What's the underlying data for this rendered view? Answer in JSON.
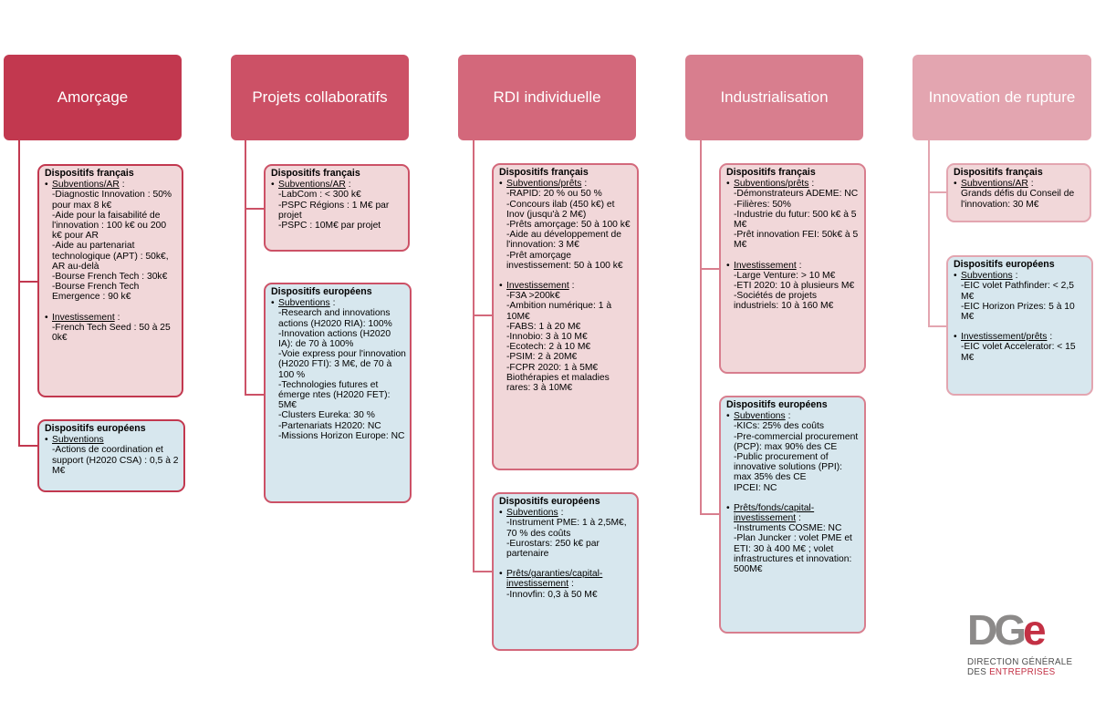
{
  "colors": {
    "amorcage": "#c2384f",
    "collab": "#cc5166",
    "rdi": "#d3687b",
    "indus": "#d87e8e",
    "rupture": "#e3a5b0"
  },
  "columns": [
    {
      "title": "Amorçage",
      "fr": {
        "title": "Dispositifs français",
        "sections": [
          {
            "head": "Subventions/AR",
            "suffix": ":",
            "items": [
              "-Diagnostic Innovation : 50% pour max 8 k€",
              "-Aide pour la faisabilité de l'innovation : 100 k€ ou 200 k€ pour AR",
              "-Aide au partenariat technologique (APT) : 50k€, AR au-delà",
              "-Bourse French Tech : 30k€",
              "-Bourse French Tech Emergence : 90 k€"
            ]
          },
          {
            "head": "Investissement",
            "suffix": ":",
            "items": [
              "-French Tech Seed : 50 à 25 0k€"
            ]
          }
        ]
      },
      "eu": {
        "title": "Dispositifs européens",
        "sections": [
          {
            "head": "Subventions",
            "suffix": "",
            "items": [
              "-Actions de coordination et support (H2020 CSA) : 0,5 à 2 M€"
            ]
          }
        ]
      }
    },
    {
      "title": "Projets collaboratifs",
      "fr": {
        "title": "Dispositifs français",
        "sections": [
          {
            "head": "Subventions/AR",
            "suffix": ":",
            "items": [
              "-LabCom : < 300 k€",
              "-PSPC Régions : 1 M€ par projet",
              "-PSPC : 10M€ par projet"
            ]
          }
        ]
      },
      "eu": {
        "title": "Dispositifs européens",
        "sections": [
          {
            "head": "Subventions",
            "suffix": ":",
            "items": [
              "-Research and innovations actions (H2020 RIA): 100%",
              "-Innovation actions (H2020 IA): de 70 à 100%",
              "-Voie express pour l'innovation (H2020 FTI): 3 M€, de 70 à 100 %",
              "-Technologies futures et émerge ntes (H2020 FET): 5M€",
              "-Clusters Eureka: 30 %",
              "-Partenariats H2020: NC",
              "-Missions Horizon Europe: NC"
            ]
          }
        ]
      }
    },
    {
      "title": "RDI individuelle",
      "fr": {
        "title": "Dispositifs français",
        "sections": [
          {
            "head": "Subventions/prêts",
            "suffix": ":",
            "items": [
              "-RAPID: 20 % ou 50 %",
              "-Concours ilab (450 k€) et Inov (jusqu'à 2 M€)",
              "-Prêts amorçage: 50 à 100 k€",
              "-Aide au développement de l'innovation: 3 M€",
              "-Prêt amorçage investissement: 50 à 100 k€"
            ]
          },
          {
            "head": "Investissement",
            "suffix": ":",
            "items": [
              "-F3A >200k€",
              "-Ambition numérique: 1 à 10M€",
              "-FABS: 1 à 20 M€",
              "-Innobio: 3 à 10 M€",
              "-Ecotech: 2 à 10 M€",
              "-PSIM: 2 à 20M€",
              "-FCPR 2020: 1 à 5M€ Biothérapies et maladies rares: 3 à 10M€"
            ]
          }
        ]
      },
      "eu": {
        "title": "Dispositifs européens",
        "sections": [
          {
            "head": "Subventions",
            "suffix": ":",
            "items": [
              "-Instrument PME: 1 à 2,5M€, 70 % des coûts",
              "-Eurostars: 250 k€ par partenaire"
            ]
          },
          {
            "head": "Prêts/garanties/capital-investissement",
            "suffix": ":",
            "items": [
              "-Innovfin: 0,3 à 50 M€"
            ]
          }
        ]
      }
    },
    {
      "title": "Industrialisation",
      "fr": {
        "title": "Dispositifs français",
        "sections": [
          {
            "head": "Subventions/prêts",
            "suffix": ":",
            "items": [
              "-Démonstrateurs ADEME: NC",
              "-Filières: 50%",
              "-Industrie du futur: 500 k€ à 5 M€",
              "-Prêt innovation FEI: 50k€ à 5 M€"
            ]
          },
          {
            "head": "Investissement",
            "suffix": ":",
            "items": [
              "-Large Venture: > 10 M€",
              "-ETI 2020: 10 à plusieurs M€",
              "-Sociétés de projets industriels: 10 à 160 M€"
            ]
          }
        ]
      },
      "eu": {
        "title": "Dispositifs européens",
        "sections": [
          {
            "head": "Subventions",
            "suffix": ":",
            "items": [
              "-KICs: 25% des coûts",
              "-Pre-commercial procurement (PCP): max 90% des CE",
              "-Public procurement of innovative solutions (PPI): max 35% des CE",
              "IPCEI: NC"
            ]
          },
          {
            "head": "Prêts/fonds/capital-investissement",
            "suffix": ":",
            "items": [
              "-Instruments COSME: NC",
              "-Plan Juncker : volet PME et ETI: 30 à 400 M€ ; volet infrastructures et innovation: 500M€"
            ]
          }
        ]
      }
    },
    {
      "title": "Innovation de rupture",
      "fr": {
        "title": "Dispositifs français",
        "sections": [
          {
            "head": "Subventions/AR",
            "suffix": ":",
            "items": [
              "Grands défis du Conseil de l'innovation: 30 M€"
            ]
          }
        ]
      },
      "eu": {
        "title": "Dispositifs européens",
        "sections": [
          {
            "head": "Subventions",
            "suffix": ":",
            "items": [
              "-EIC volet Pathfinder: < 2,5 M€",
              "-EIC Horizon Prizes: 5 à 10 M€"
            ]
          },
          {
            "head": "Investissement/prêts",
            "suffix": ":",
            "items": [
              "-EIC volet Accelerator: < 15 M€"
            ]
          }
        ]
      }
    }
  ],
  "logo": {
    "letters_dg": "DG",
    "letter_e": "e",
    "line1": "DIRECTION GÉNÉRALE",
    "line2a": "DES ",
    "line2b": "ENTREPRISES"
  }
}
